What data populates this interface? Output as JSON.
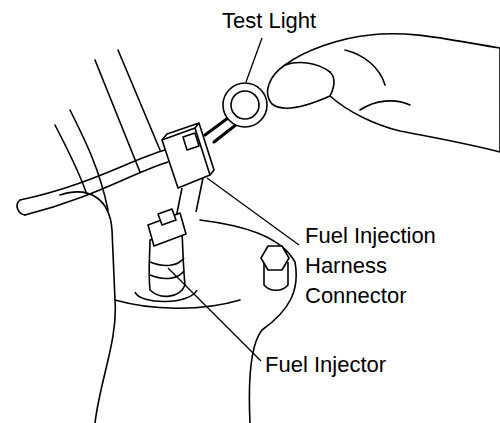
{
  "diagram": {
    "labels": [
      "Test Light",
      "Fuel Injection Harness Connector",
      "Fuel Injector"
    ]
  }
}
